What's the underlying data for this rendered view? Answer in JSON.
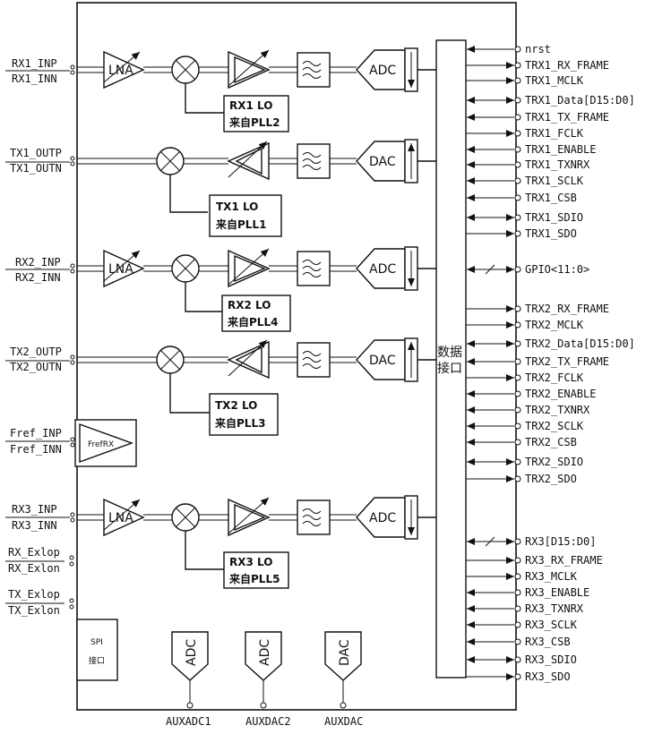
{
  "left_pins": [
    {
      "a": "RX1_INP",
      "b": "RX1_INN"
    },
    {
      "a": "TX1_OUTP",
      "b": "TX1_OUTN"
    },
    {
      "a": "RX2_INP",
      "b": "RX2_INN"
    },
    {
      "a": "TX2_OUTP",
      "b": "TX2_OUTN"
    },
    {
      "a": "Fref_INP",
      "b": "Fref_INN"
    },
    {
      "a": "RX3_INP",
      "b": "RX3_INN"
    },
    {
      "a": "RX_Exlop",
      "b": "RX_Exlon"
    },
    {
      "a": "TX_Exlop",
      "b": "TX_Exlon"
    }
  ],
  "chain_labels": {
    "lna": "LNA",
    "adc": "ADC",
    "dac": "DAC",
    "fref": "FrefRX"
  },
  "lo_labels": [
    {
      "line1": "RX1 LO",
      "line2": "来自PLL2"
    },
    {
      "line1": "TX1 LO",
      "line2": "来自PLL1"
    },
    {
      "line1": "RX2 LO",
      "line2": "来自PLL4"
    },
    {
      "line1": "TX2 LO",
      "line2": "来自PLL3"
    },
    {
      "line1": "RX3 LO",
      "line2": "来自PLL5"
    }
  ],
  "data_interface": {
    "line1": "数据",
    "line2": "接口"
  },
  "spi_block": {
    "line1": "SPI",
    "line2": "接口"
  },
  "aux_blocks": [
    {
      "label": "ADC",
      "pin": "AUXADC1"
    },
    {
      "label": "ADC",
      "pin": "AUXDAC2"
    },
    {
      "label": "DAC",
      "pin": "AUXDAC"
    }
  ],
  "right_signals": [
    "nrst",
    "TRX1_RX_FRAME",
    "TRX1_MCLK",
    "TRX1_Data[D15:D0]",
    "TRX1_TX_FRAME",
    "TRX1_FCLK",
    "TRX1_ENABLE",
    "TRX1_TXNRX",
    "TRX1_SCLK",
    "TRX1_CSB",
    "TRX1_SDIO",
    "TRX1_SDO",
    "GPIO<11:0>",
    "TRX2_RX_FRAME",
    "TRX2_MCLK",
    "TRX2_Data[D15:D0]",
    "TRX2_TX_FRAME",
    "TRX2_FCLK",
    "TRX2_ENABLE",
    "TRX2_TXNRX",
    "TRX2_SCLK",
    "TRX2_CSB",
    "TRX2_SDIO",
    "TRX2_SDO",
    "RX3[D15:D0]",
    "RX3_RX_FRAME",
    "RX3_MCLK",
    "RX3_ENABLE",
    "RX3_TXNRX",
    "RX3_SCLK",
    "RX3_CSB",
    "RX3_SDIO",
    "RX3_SDO"
  ]
}
